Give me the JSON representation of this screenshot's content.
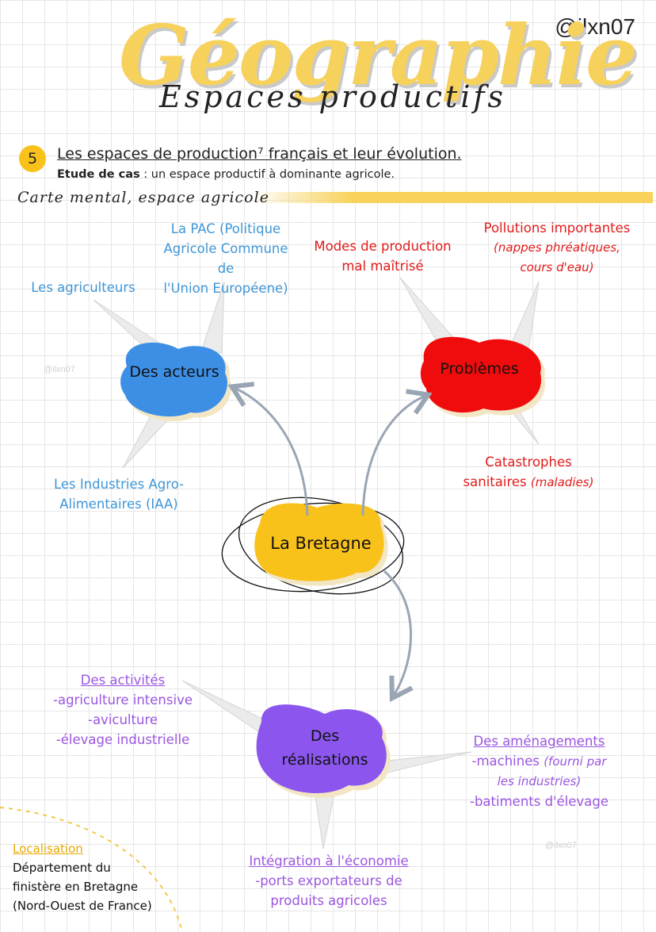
{
  "header": {
    "handle": "@ilxn07",
    "title": "Géographie",
    "subtitle": "Espaces productifs"
  },
  "section": {
    "number": "5",
    "heading": "Les espaces de production⁷ français et leur évolution.",
    "etude_bold": "Etude de cas",
    "etude_text": " : un espace productif à dominante agricole.",
    "carte_label": "Carte mental, espace agricole"
  },
  "nodes": {
    "center": "La Bretagne",
    "acteurs": "Des acteurs",
    "problemes": "Problèmes",
    "realisations_1": "Des",
    "realisations_2": "réalisations"
  },
  "acteurs": {
    "agriculteurs": "Les agriculteurs",
    "pac": [
      "La PAC (Politique",
      "Agricole Commune de",
      "l'Union Européene)"
    ],
    "iaa": [
      "Les Industries Agro-",
      "Alimentaires (IAA)"
    ]
  },
  "problemes": {
    "modes": [
      "Modes de production",
      "mal maîtrisé"
    ],
    "pollutions_title": "Pollutions importantes",
    "pollutions_detail": [
      "(nappes phréatiques,",
      "cours d'eau)"
    ],
    "catastrophes": "Catastrophes",
    "sanitaires": "sanitaires ",
    "maladies": "(maladies)"
  },
  "realisations": {
    "activites_title": "Des activités",
    "activites": [
      "-agriculture intensive",
      "-aviculture",
      "-élevage industrielle"
    ],
    "amenagements_title": "Des aménagements",
    "machines": "-machines ",
    "machines_detail": [
      "(fourni par",
      "les industries)"
    ],
    "batiments": "-batiments d'élevage",
    "integration_title": "Intégration à l'économie",
    "integration": [
      "-ports exportateurs de",
      "produits agricoles"
    ]
  },
  "localisation": {
    "title": "Localisation",
    "lines": [
      "Département du",
      "finistère en Bretagne",
      "(Nord-Ouest de France)"
    ]
  },
  "watermarks": [
    "@ilxn07",
    "@ilxn07"
  ],
  "colors": {
    "blue": "#3f96d6",
    "red": "#e21b1b",
    "purple": "#9b55e0",
    "yellow": "#f8c21b",
    "title_yellow": "#f6d15c"
  }
}
